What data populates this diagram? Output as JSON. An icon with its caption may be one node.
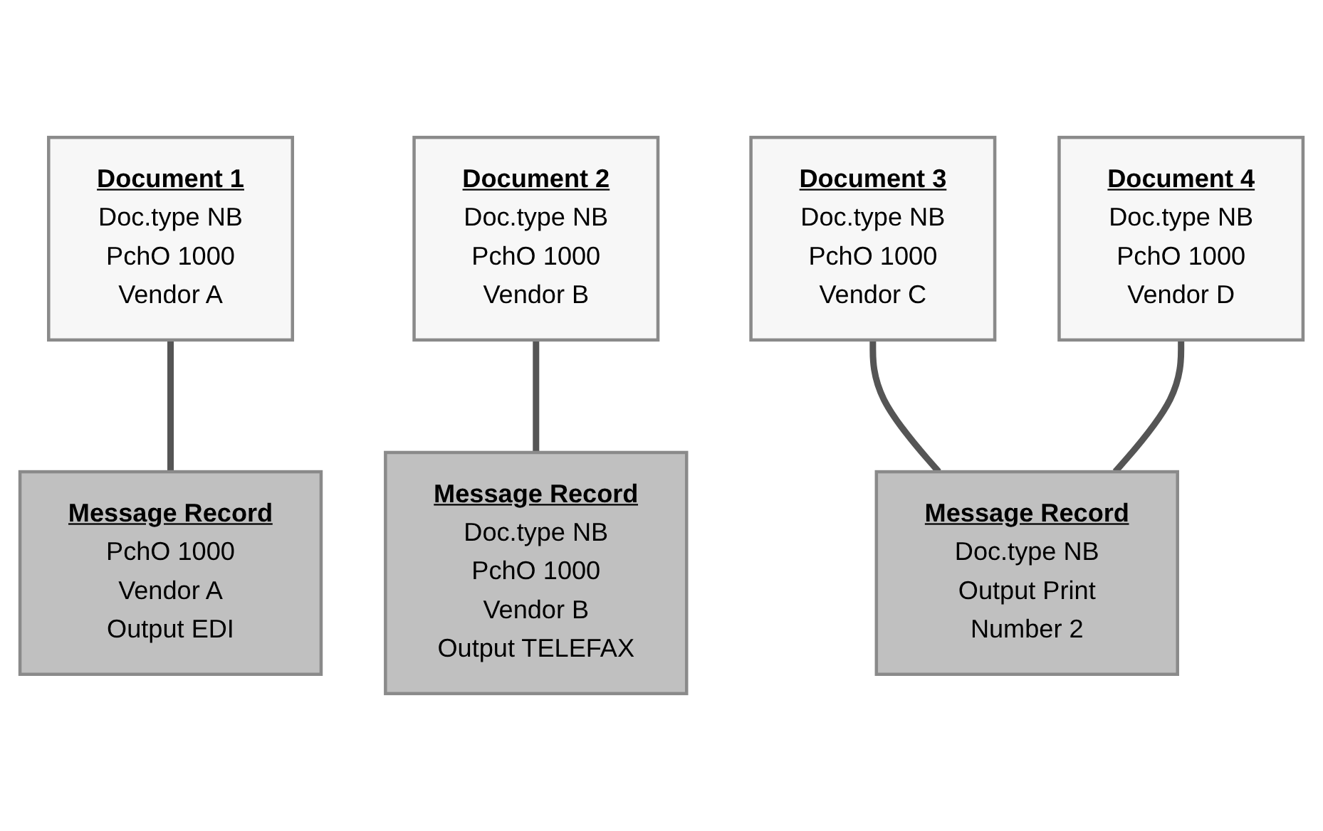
{
  "diagram": {
    "nodes": [
      {
        "text": [
          "Document 1",
          "Doc.type NB",
          "PchO 1000",
          "Vendor A"
        ]
      },
      {
        "text": [
          "Document 2",
          "Doc.type NB",
          "PchO 1000",
          "Vendor B"
        ]
      },
      {
        "text": [
          "Document 3",
          "Doc.type NB",
          "PchO 1000",
          "Vendor C"
        ]
      },
      {
        "text": [
          "Document 4",
          "Doc.type NB",
          "PchO 1000",
          "Vendor D"
        ]
      },
      {
        "text": [
          "Message Record",
          "PchO 1000",
          "Vendor A",
          "Output EDI"
        ]
      },
      {
        "text": [
          "Message Record",
          "Doc.type NB",
          "PchO 1000",
          "Vendor B",
          "Output TELEFAX"
        ]
      },
      {
        "text": [
          "Message Record",
          "Doc.type NB",
          "Output Print",
          "Number 2"
        ]
      }
    ],
    "edges": [
      {
        "from": 0,
        "to": 4,
        "arrow": "none"
      },
      {
        "from": 1,
        "to": 5,
        "arrow": "none"
      },
      {
        "from": 2,
        "to": 6,
        "arrow": "none"
      },
      {
        "from": 3,
        "to": 6,
        "arrow": "none"
      }
    ]
  }
}
